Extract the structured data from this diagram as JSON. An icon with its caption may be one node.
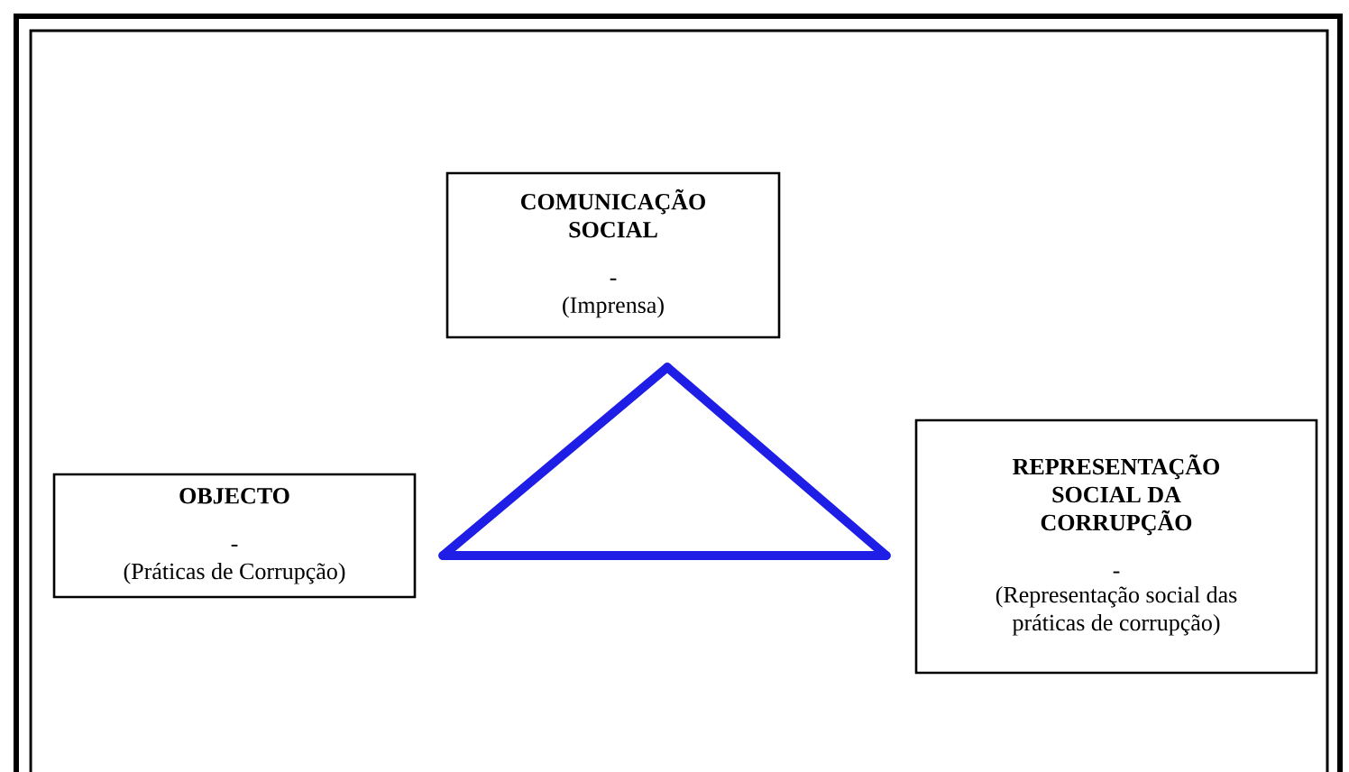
{
  "diagram": {
    "nodes": [
      {
        "text": [
          "COMUNICAÇÃO SOCIAL",
          "-",
          "(Imprensa)"
        ]
      },
      {
        "text": [
          "OBJECTO",
          "-",
          "(Práticas de Corrupção)"
        ]
      },
      {
        "text": [
          "REPRESENTAÇÃO SOCIAL DA CORRUPÇÃO",
          "-",
          "(Representação social das práticas de corrupção)"
        ]
      }
    ],
    "edges": [
      {
        "from": 0,
        "to": 1,
        "arrow": "none",
        "color": "#1e1ee6"
      },
      {
        "from": 0,
        "to": 2,
        "arrow": "none",
        "color": "#1e1ee6"
      },
      {
        "from": 1,
        "to": 2,
        "arrow": "none",
        "color": "#1e1ee6"
      }
    ]
  }
}
